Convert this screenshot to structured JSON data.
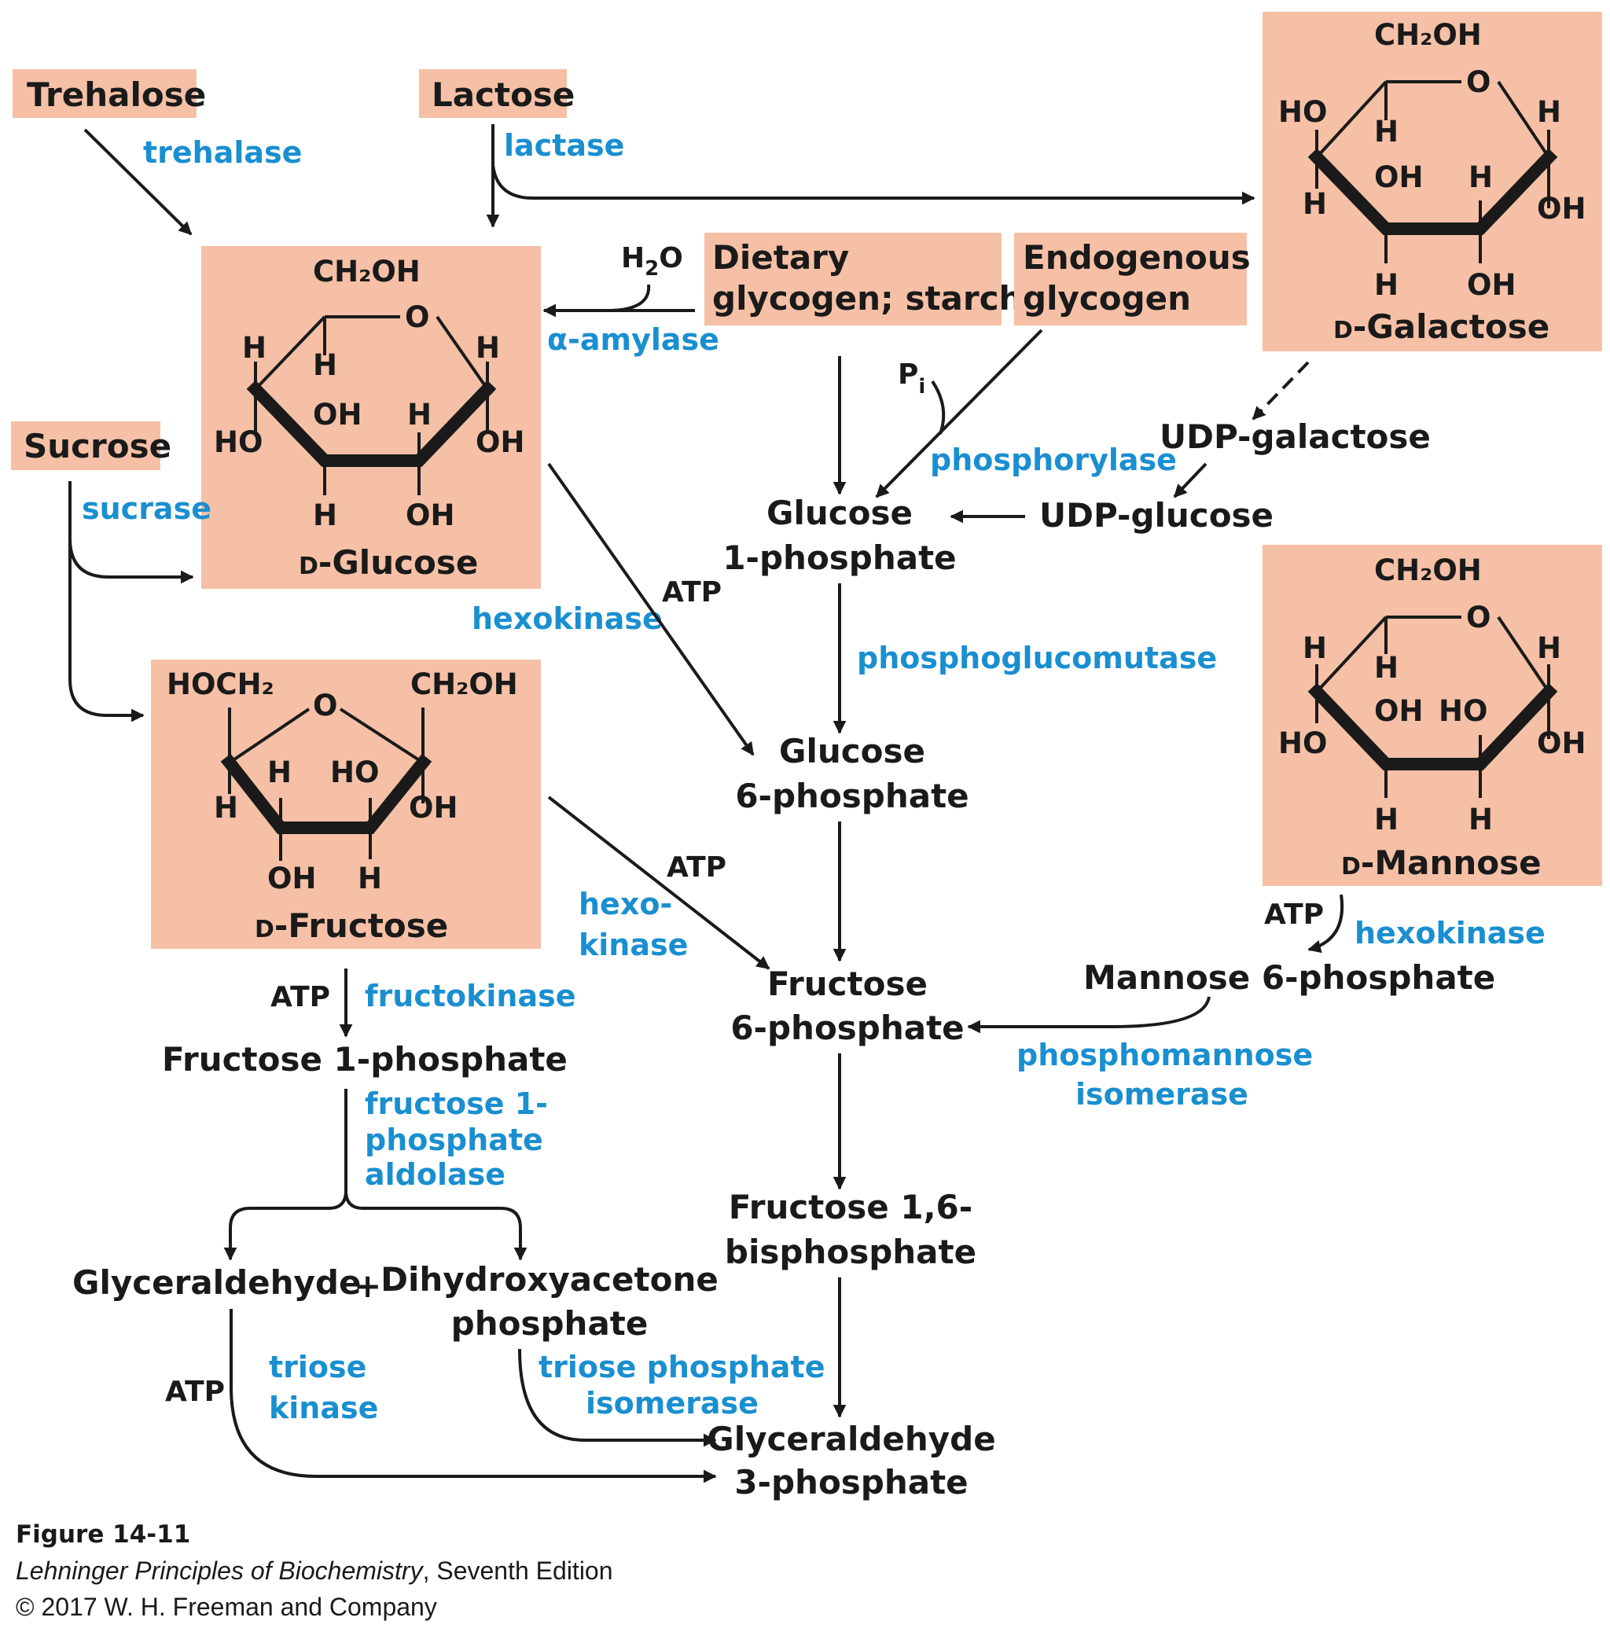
{
  "accent": {
    "box": "#f5c0a6",
    "enzyme_text": "#1a8fd0",
    "text": "#1a1a1a"
  },
  "sources": {
    "trehalose": "Trehalose",
    "lactose": "Lactose",
    "sucrose": "Sucrose",
    "dietary_glycogen_l1": "Dietary",
    "dietary_glycogen_l2": "glycogen; starch",
    "endogenous_l1": "Endogenous",
    "endogenous_l2": "glycogen"
  },
  "enzymes": {
    "trehalase": "trehalase",
    "lactase": "lactase",
    "sucrase": "sucrase",
    "alpha_amylase": "α-amylase",
    "phosphorylase": "phosphorylase",
    "hexokinase_glc": "hexokinase",
    "phosphoglucomutase": "phosphoglucomutase",
    "hexokinase_fru_l1": "hexo-",
    "hexokinase_fru_l2": "kinase",
    "hexokinase_man": "hexokinase",
    "fructokinase": "fructokinase",
    "f1p_aldolase_l1": "fructose 1-",
    "f1p_aldolase_l2": "phosphate",
    "f1p_aldolase_l3": "aldolase",
    "phosphomannose_l1": "phosphomannose",
    "phosphomannose_l2": "isomerase",
    "triose_kinase_l1": "triose",
    "triose_kinase_l2": "kinase",
    "tpi_l1": "triose phosphate",
    "tpi_l2": "isomerase"
  },
  "cofactors": {
    "h2o_h": "H",
    "h2o_2": "2",
    "h2o_o": "O",
    "pi_p": "P",
    "pi_i": "i",
    "atp": "ATP"
  },
  "metabolites": {
    "glucose_1p_l1": "Glucose",
    "glucose_1p_l2": "1-phosphate",
    "udp_galactose": "UDP-galactose",
    "udp_glucose": "UDP-glucose",
    "glucose_6p_l1": "Glucose",
    "glucose_6p_l2": "6-phosphate",
    "fructose_6p_l1": "Fructose",
    "fructose_6p_l2": "6-phosphate",
    "mannose_6p": "Mannose 6-phosphate",
    "fructose_1p": "Fructose 1-phosphate",
    "fbp_l1": "Fructose 1,6-",
    "fbp_l2": "bisphosphate",
    "glyceraldehyde": "Glyceraldehyde",
    "plus": "+",
    "dhap_l1": "Dihydroxyacetone",
    "dhap_l2": "phosphate",
    "g3p_l1": "Glyceraldehyde",
    "g3p_l2": "3-phosphate"
  },
  "structures": {
    "glucose": {
      "name_d": "D",
      "name": "-Glucose",
      "ch2oh": "CH₂OH",
      "o": "O",
      "c1_top": "H",
      "c1_bot": "OH",
      "c2_top": "H",
      "c2_bot": "OH",
      "c3_top": "OH",
      "c3_bot": "H",
      "c4_top": "H",
      "c4_bot": "HO",
      "c5_h": "H"
    },
    "galactose": {
      "name_d": "D",
      "name": "-Galactose",
      "ch2oh": "CH₂OH",
      "o": "O",
      "c1_top": "H",
      "c1_bot": "OH",
      "c2_top": "H",
      "c2_bot": "OH",
      "c3_top": "OH",
      "c3_bot": "H",
      "c4_top": "HO",
      "c4_bot": "H",
      "c5_h": "H"
    },
    "mannose": {
      "name_d": "D",
      "name": "-Mannose",
      "ch2oh": "CH₂OH",
      "o": "O",
      "c1_top": "H",
      "c1_bot": "OH",
      "c2_top": "HO",
      "c2_bot": "H",
      "c3_top": "OH",
      "c3_bot": "H",
      "c4_top": "H",
      "c4_bot": "HO",
      "c5_h": "H"
    },
    "fructose": {
      "name_d": "D",
      "name": "-Fructose",
      "hoch2": "HOCH₂",
      "ch2oh": "CH₂OH",
      "o": "O",
      "c2_oh": "OH",
      "c3_top": "HO",
      "c3_bot": "H",
      "c4_top": "H",
      "c4_bot": "OH",
      "c5_h": "H"
    }
  },
  "caption": {
    "figure": "Figure 14-11",
    "book": "Lehninger Principles of Biochemistry",
    "edition": ", Seventh Edition",
    "copyright": "© 2017 W. H. Freeman and Company"
  }
}
